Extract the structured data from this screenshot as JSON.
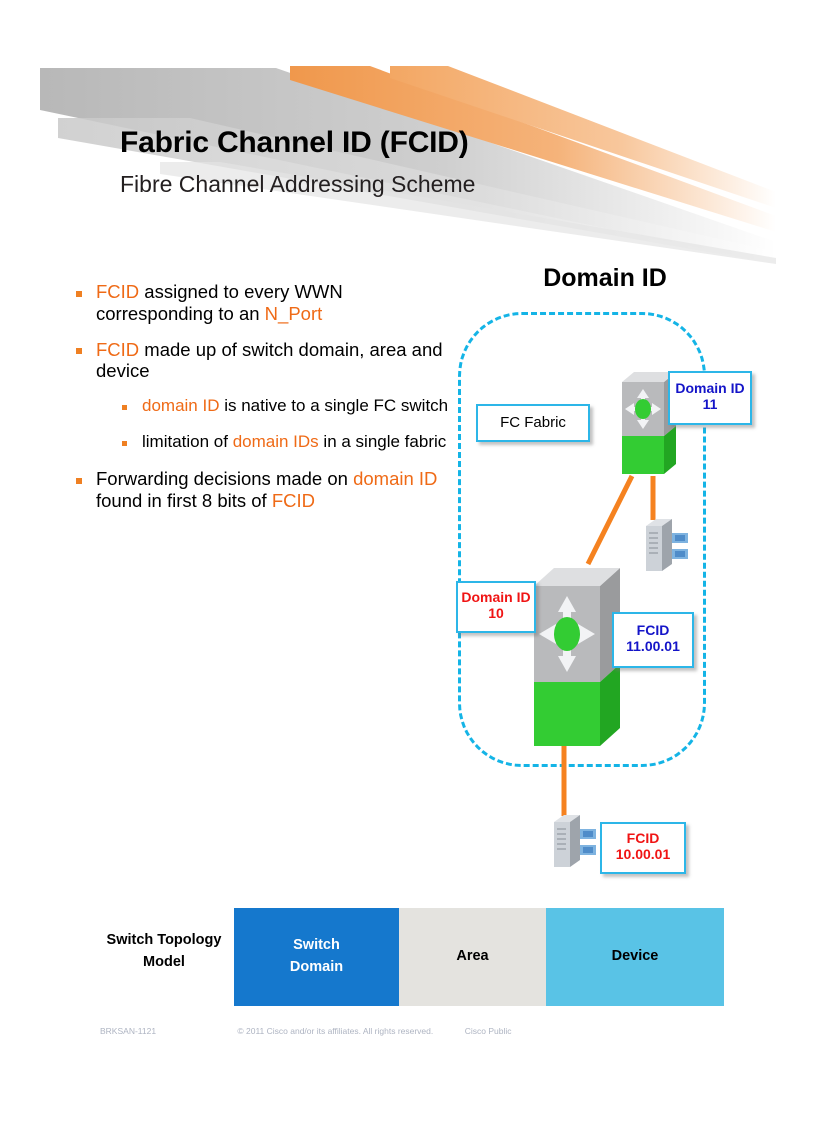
{
  "header": {
    "title": "Fabric Channel ID  (FCID)",
    "subtitle": "Fibre Channel Addressing Scheme"
  },
  "bullets": [
    {
      "level": 1,
      "segments": [
        {
          "text": "FCID",
          "highlight": true
        },
        {
          "text": " assigned to every WWN corresponding to an ",
          "highlight": false
        },
        {
          "text": "N_Port",
          "highlight": true
        }
      ]
    },
    {
      "level": 1,
      "segments": [
        {
          "text": "FCID",
          "highlight": true
        },
        {
          "text": " made up of switch domain, area and device",
          "highlight": false
        }
      ]
    },
    {
      "level": 2,
      "segments": [
        {
          "text": "domain ID",
          "highlight": true
        },
        {
          "text": " is native to a single FC switch",
          "highlight": false
        }
      ]
    },
    {
      "level": 2,
      "segments": [
        {
          "text": "limitation of ",
          "highlight": false
        },
        {
          "text": "domain IDs",
          "highlight": true
        },
        {
          "text": " in a single fabric",
          "highlight": false
        }
      ]
    },
    {
      "level": 1,
      "segments": [
        {
          "text": "Forwarding decisions made on ",
          "highlight": false
        },
        {
          "text": "domain ID",
          "highlight": true
        },
        {
          "text": " found in first 8 bits of ",
          "highlight": false
        },
        {
          "text": "FCID",
          "highlight": true
        }
      ]
    }
  ],
  "diagram": {
    "heading": "Domain ID",
    "fabric_label": "FC Fabric",
    "callouts": {
      "domain11": {
        "line1": "Domain ID",
        "line2": "11",
        "color": "#1414c8"
      },
      "domain10": {
        "line1": "Domain ID",
        "line2": "10",
        "color": "#f01414"
      },
      "fcid11": {
        "line1": "FCID",
        "line2": "11.00.01",
        "color": "#1414c8"
      },
      "fcid10": {
        "line1": "FCID",
        "line2": "10.00.01",
        "color": "#f01414"
      }
    }
  },
  "topology": {
    "label_line1": "Switch Topology",
    "label_line2": "Model",
    "cells": [
      {
        "line1": "Switch",
        "line2": "Domain",
        "color": "#1578cd"
      },
      {
        "line1": "Area",
        "line2": "",
        "color": "#e4e3df"
      },
      {
        "line1": "Device",
        "line2": "",
        "color": "#59c3e6"
      }
    ]
  },
  "footer": {
    "session": "BRKSAN-1121",
    "copyright": "© 2011 Cisco and/or its affiliates. All rights reserved.",
    "classification": "Cisco Public"
  },
  "colors": {
    "accent_orange": "#ef6a16",
    "fabric_cyan": "#14b4e6",
    "link_orange": "#f58220",
    "switch_green": "#33cc33"
  }
}
